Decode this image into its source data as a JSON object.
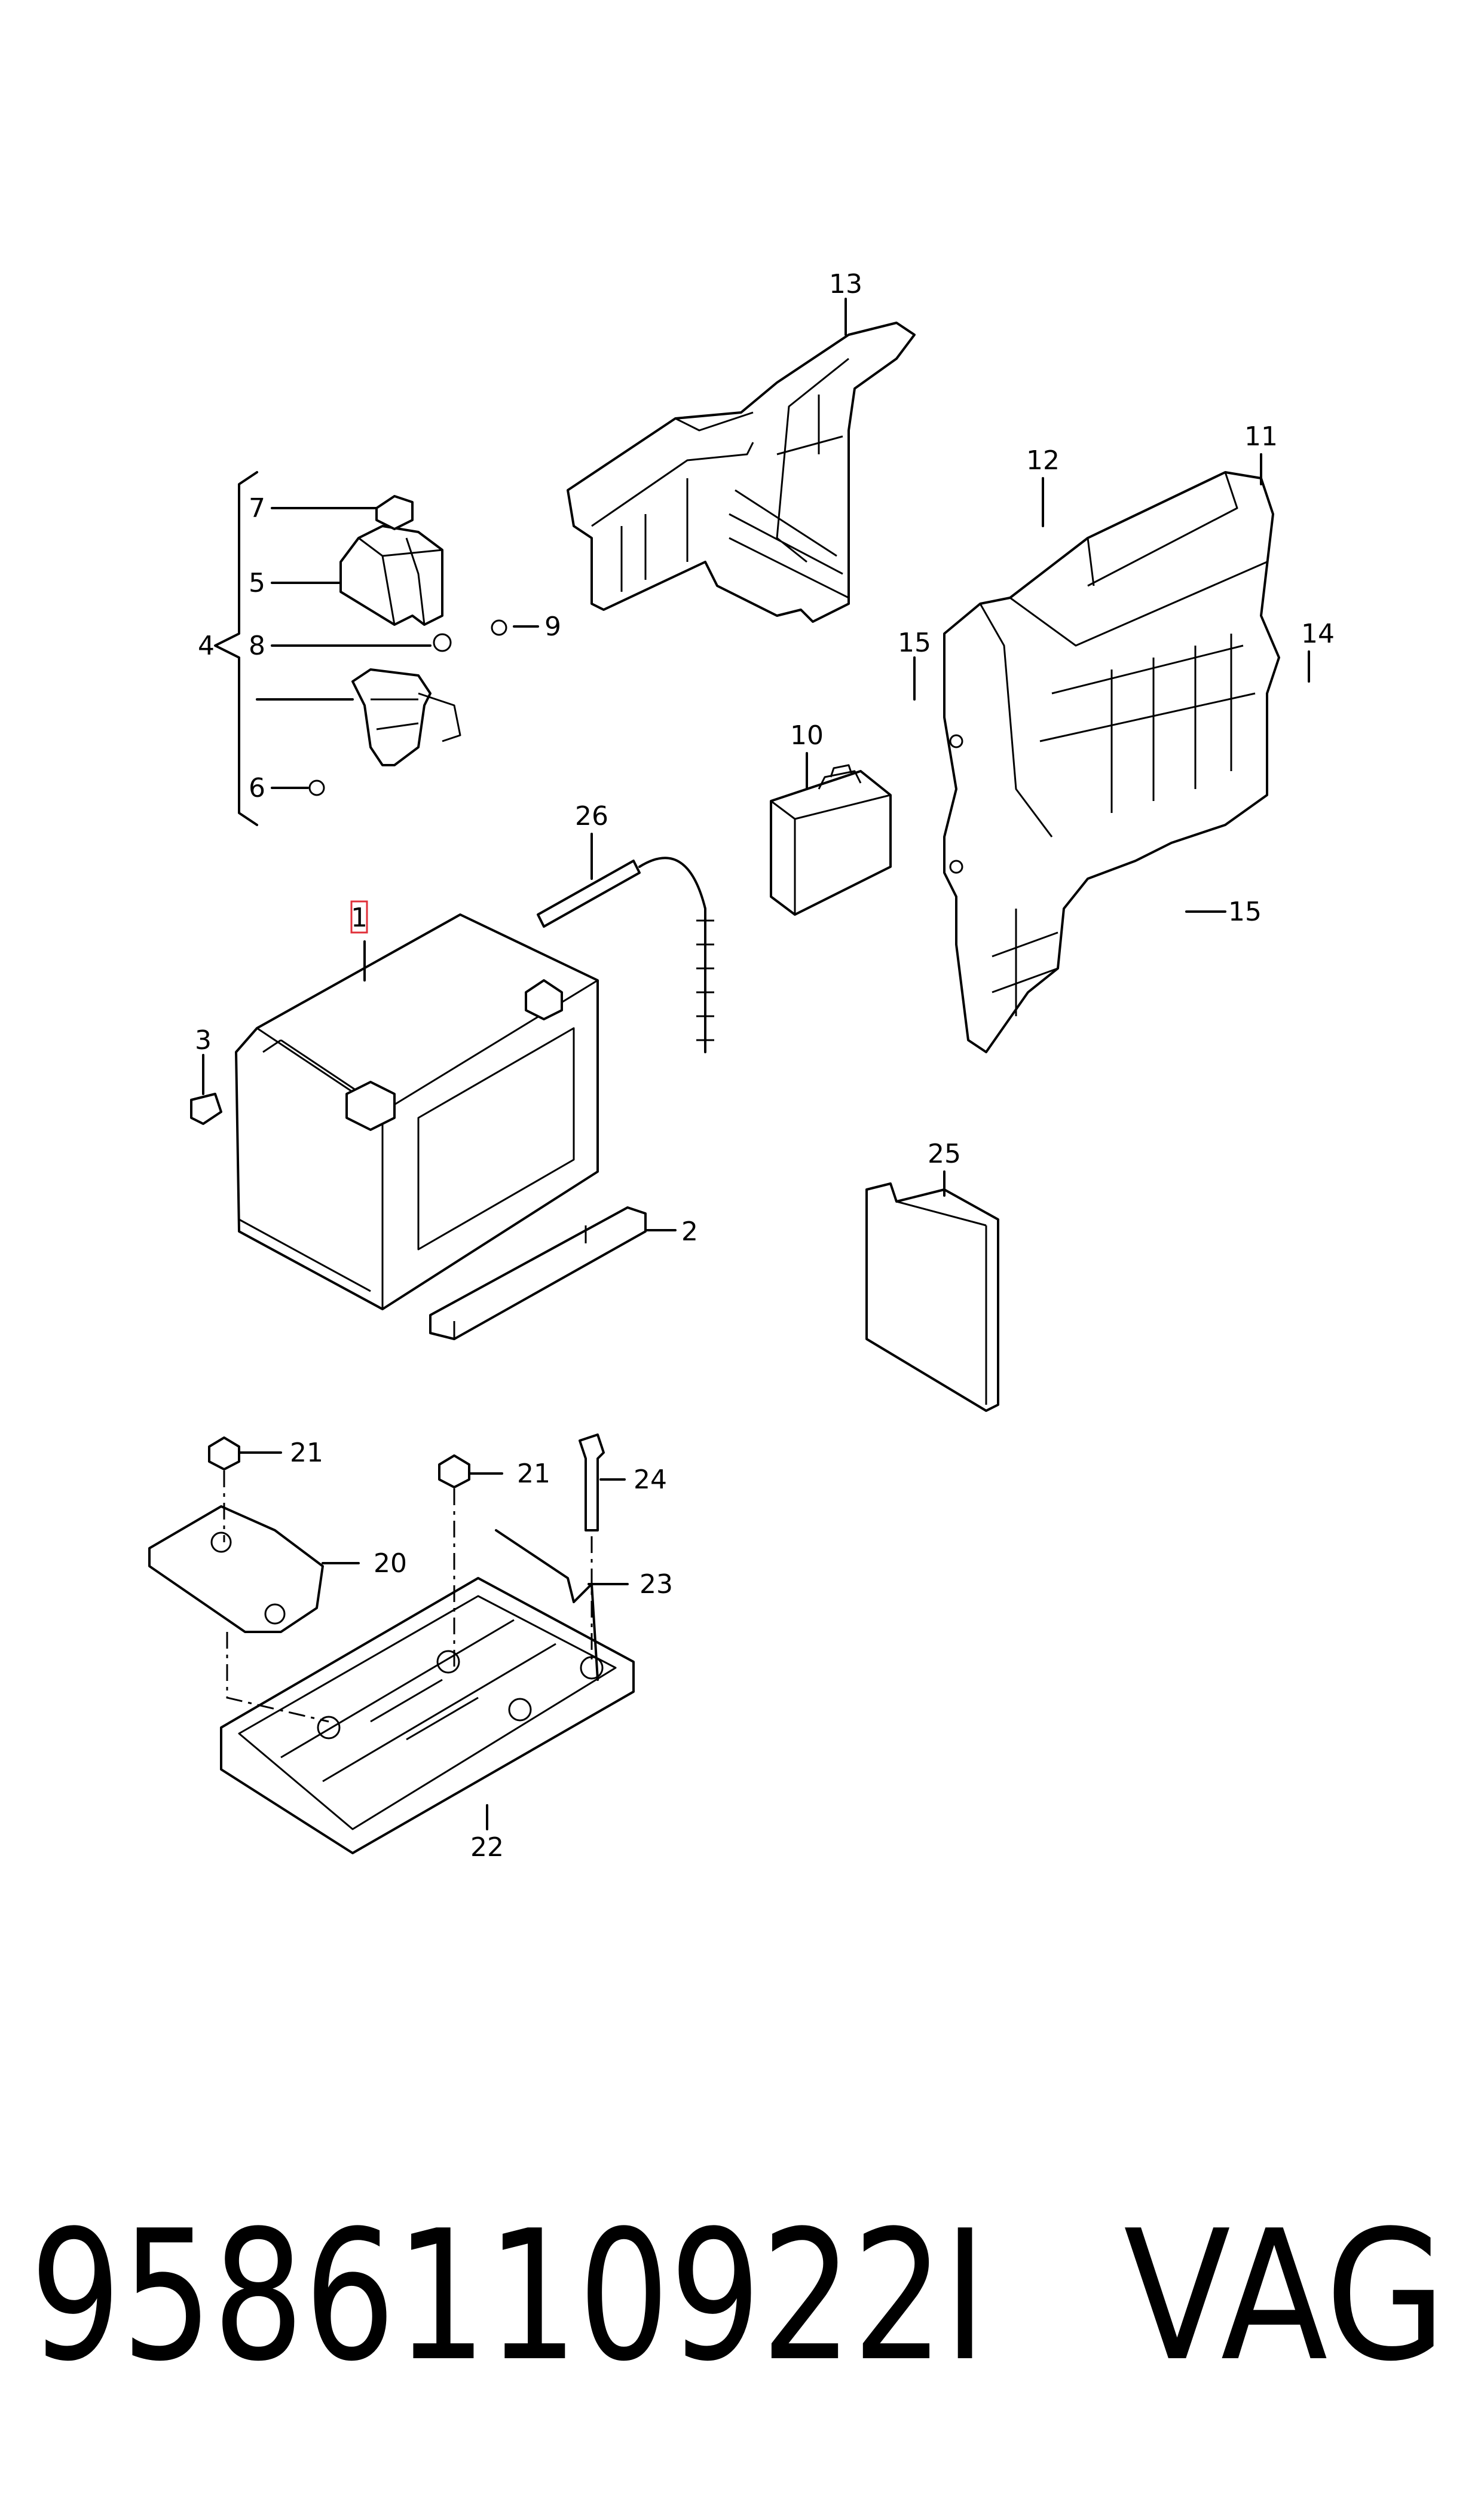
{
  "diagram": {
    "callouts": {
      "c1": "1",
      "c2": "2",
      "c3": "3",
      "c4": "4",
      "c5": "5",
      "c6": "6",
      "c7": "7",
      "c8": "8",
      "c9": "9",
      "c10": "10",
      "c11": "11",
      "c12": "12",
      "c13": "13",
      "c14": "14",
      "c15a": "15",
      "c15b": "15",
      "c20": "20",
      "c21a": "21",
      "c21b": "21",
      "c22": "22",
      "c23": "23",
      "c24": "24",
      "c25": "25",
      "c26": "26"
    },
    "highlighted_callout": "1",
    "highlight_color": "#e0303a"
  },
  "footer": {
    "part_number": "9586110922I",
    "brand": "VAG"
  }
}
